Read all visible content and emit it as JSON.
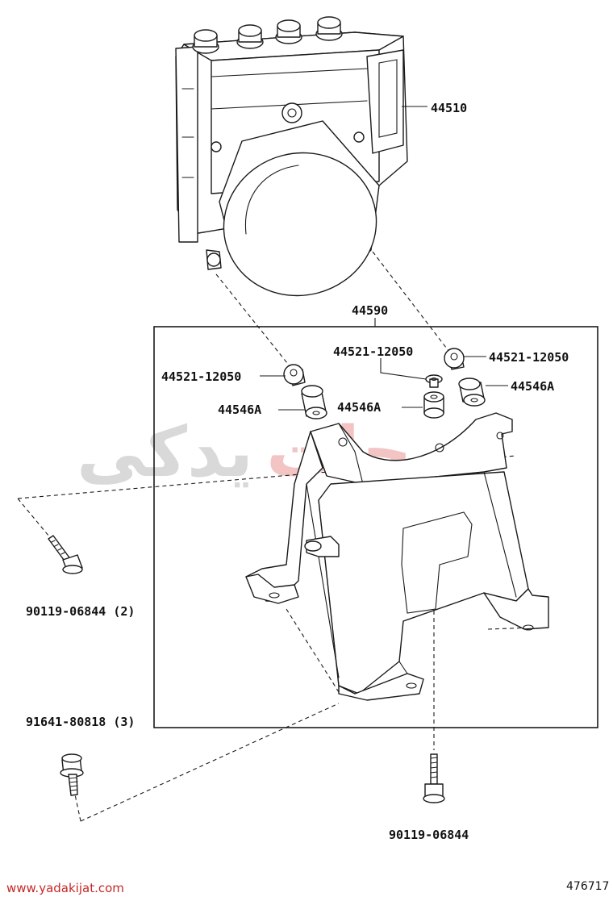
{
  "labels": {
    "actuator": "44510",
    "bracket_assy": "44590",
    "grommet_right_top": "44521-12050",
    "grommet_center_top": "44521-12050",
    "grommet_left": "44521-12050",
    "cushion_right": "44546A",
    "cushion_center": "44546A",
    "cushion_left": "44546A",
    "bolt_left_upper": "90119-06844 (2)",
    "bolt_left_lower": "91641-80818 (3)",
    "bolt_bottom": "90119-06844"
  },
  "watermark": {
    "gray_text": "یدکی",
    "red_text": "جات",
    "url": "www.yadakijat.com"
  },
  "diagram_ref": "476717",
  "colors": {
    "line": "#1a1a1a",
    "watermark_gray": "#d9d9d9",
    "watermark_red": "#f3c4c4",
    "url": "#c62828"
  }
}
